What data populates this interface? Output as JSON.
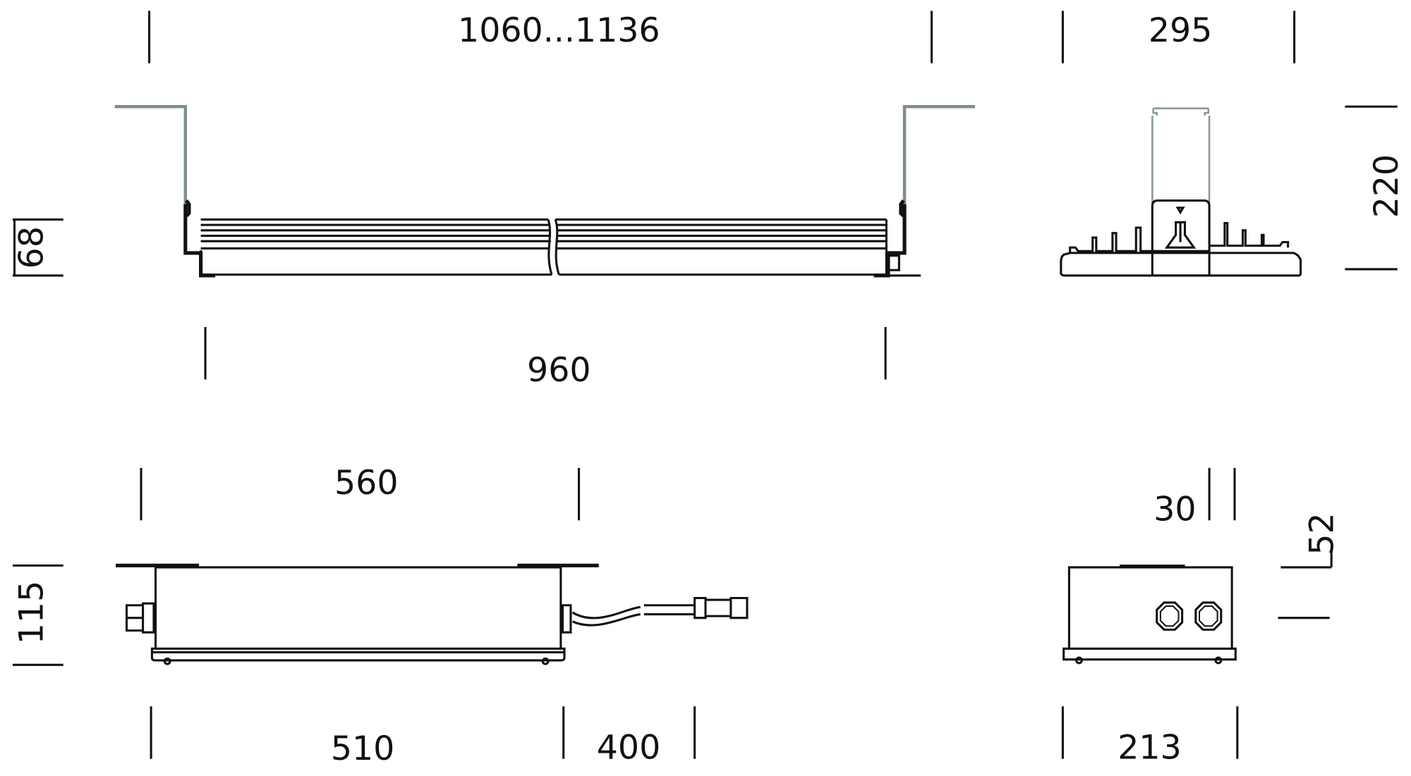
{
  "title": "Recessed luminaire and driver box dimension drawing",
  "colors": {
    "line": "#111111",
    "bracket": "#7f8c94"
  },
  "dimensions": {
    "luminaire_mounting_length": "1060...1136",
    "luminaire_width": "295",
    "luminaire_height_total": "220",
    "luminaire_height_body": "68",
    "luminaire_length": "960",
    "driver_bracket_length": "560",
    "driver_height": "115",
    "driver_length": "510",
    "driver_cable_length": "400",
    "driver_width": "213",
    "driver_gland_offset": "30",
    "driver_gland_height": "52"
  }
}
